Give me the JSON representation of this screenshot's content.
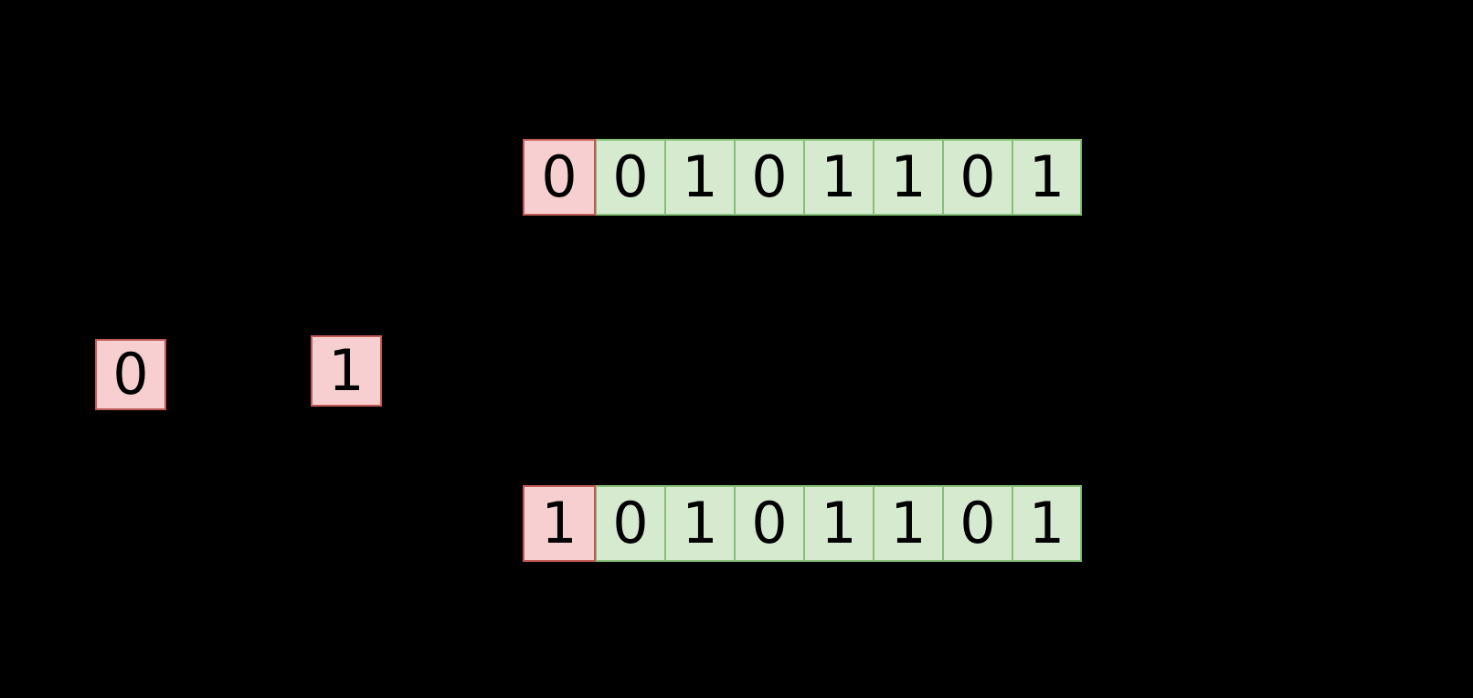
{
  "background_color": "#000000",
  "palette": {
    "pink_fill": "#f8cfd0",
    "pink_border": "#bf5a57",
    "green_fill": "#d6ead0",
    "green_border": "#86bf76",
    "text_color": "#000000"
  },
  "standalone_cells": [
    {
      "name": "standalone-cell-zero",
      "value": "0",
      "style": "pink"
    },
    {
      "name": "standalone-cell-one",
      "value": "1",
      "style": "pink"
    }
  ],
  "arrays": {
    "top": {
      "name": "binary-array-top",
      "cells": [
        {
          "value": "0",
          "style": "pink"
        },
        {
          "value": "0",
          "style": "green"
        },
        {
          "value": "1",
          "style": "green"
        },
        {
          "value": "0",
          "style": "green"
        },
        {
          "value": "1",
          "style": "green"
        },
        {
          "value": "1",
          "style": "green"
        },
        {
          "value": "0",
          "style": "green"
        },
        {
          "value": "1",
          "style": "green"
        }
      ]
    },
    "bottom": {
      "name": "binary-array-bottom",
      "cells": [
        {
          "value": "1",
          "style": "pink"
        },
        {
          "value": "0",
          "style": "green"
        },
        {
          "value": "1",
          "style": "green"
        },
        {
          "value": "0",
          "style": "green"
        },
        {
          "value": "1",
          "style": "green"
        },
        {
          "value": "1",
          "style": "green"
        },
        {
          "value": "0",
          "style": "green"
        },
        {
          "value": "1",
          "style": "green"
        }
      ]
    }
  }
}
